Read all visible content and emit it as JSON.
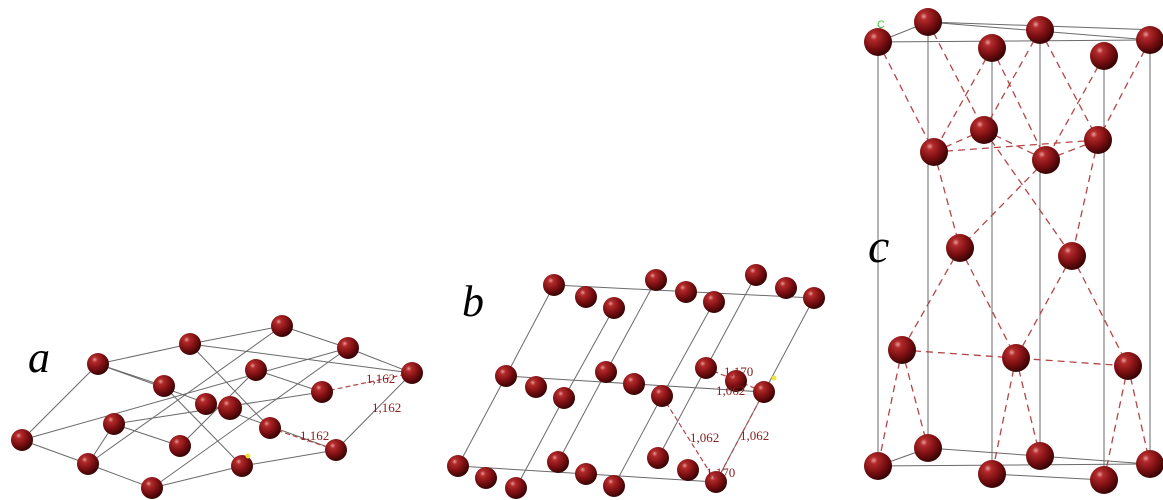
{
  "colors": {
    "atom": "#7d0f12",
    "atom_highlight": "#e0a0a0",
    "bond_line": "#6a6a6a",
    "dashed_bond": "#b54545",
    "distance_label": "#8a2020",
    "axis_marker_yellow": "#f0e040",
    "axis_marker_green": "#40c040"
  },
  "panels": {
    "a": {
      "letter": "a",
      "labels": [
        "1,162",
        "1,162",
        "1,162"
      ]
    },
    "b": {
      "letter": "b",
      "labels": [
        "1,170",
        "1,062",
        "1,062",
        "1,062",
        "1,170"
      ]
    },
    "c": {
      "letter": "c",
      "corner_label": "C"
    }
  }
}
